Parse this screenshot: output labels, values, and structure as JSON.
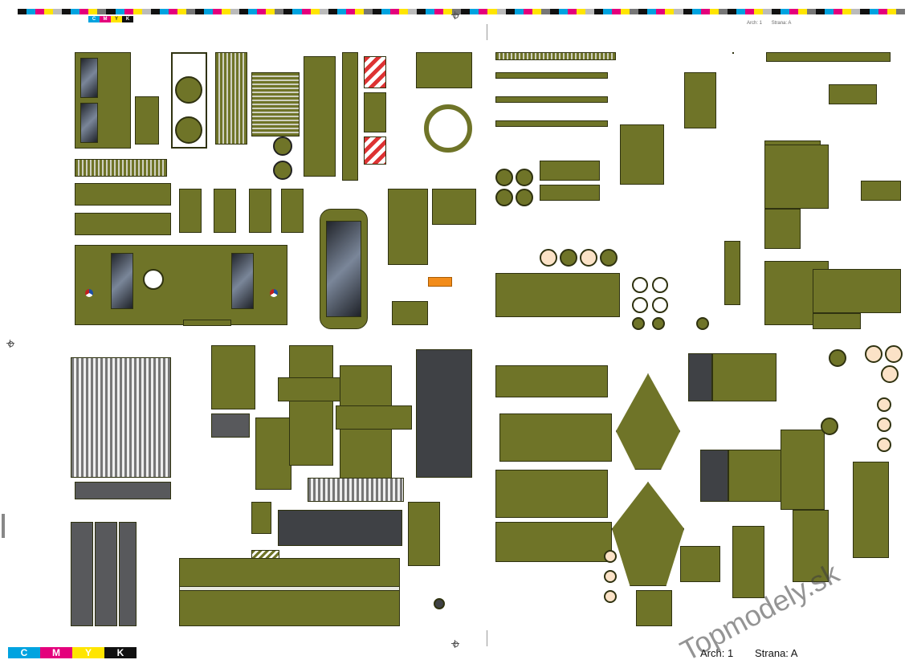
{
  "header": {
    "sheet_label": "Arch: 1",
    "side_label": "Strana: A"
  },
  "cmyk_labels": [
    "C",
    "M",
    "Y",
    "K"
  ],
  "colors": {
    "olive": "#6f7428",
    "outline": "#2f3210",
    "cyan": "#00a3e0",
    "magenta": "#e4007c",
    "yellow": "#ffe500",
    "black": "#111111"
  },
  "footer": {
    "sheet_label": "Arch: 1",
    "side_label": "Strana: A"
  },
  "watermark": "Topmodely.sk",
  "icons": [
    "registration-mark-icon",
    "roundel-icon"
  ]
}
